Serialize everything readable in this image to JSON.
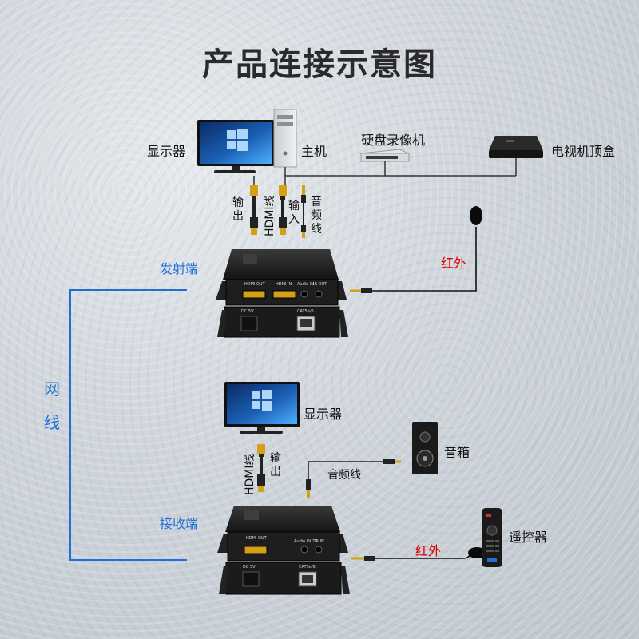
{
  "title": "产品连接示意图",
  "labels": {
    "monitor_top": "显示器",
    "host": "主机",
    "dvr": "硬盘录像机",
    "settop": "电视机顶盒",
    "hdmi_out_top": "输出",
    "hdmi_cable_top": "HDMI线",
    "input": "输入",
    "audio_cable_top": "音频线",
    "transmitter": "发射端",
    "ir_top": "红外",
    "network_cable": "网线",
    "monitor_bottom": "显示器",
    "hdmi_cable_bottom": "HDMI线",
    "hdmi_out_bottom": "输出",
    "audio_cable_bottom": "音频线",
    "speaker": "音箱",
    "receiver": "接收端",
    "ir_bottom": "红外",
    "remote": "遥控器"
  },
  "tx_ports": {
    "hdmi_out": "HDMI OUT",
    "hdmi_in": "HDMI IN",
    "audio_in": "Audio IN",
    "ir_out": "IR OUT",
    "dc": "DC 5V",
    "cat": "CAT5e/6"
  },
  "rx_ports": {
    "hdmi_out": "HDMI OUT",
    "audio_out": "Audio OUT",
    "ir_in": "IR IN",
    "dc": "DC 5V",
    "cat": "CAT5e/6"
  },
  "colors": {
    "accent_blue": "#1f6fd6",
    "ir_red": "#e00000",
    "device_dark": "#1e1e1e",
    "screen_blue": "#1a5fb4"
  }
}
